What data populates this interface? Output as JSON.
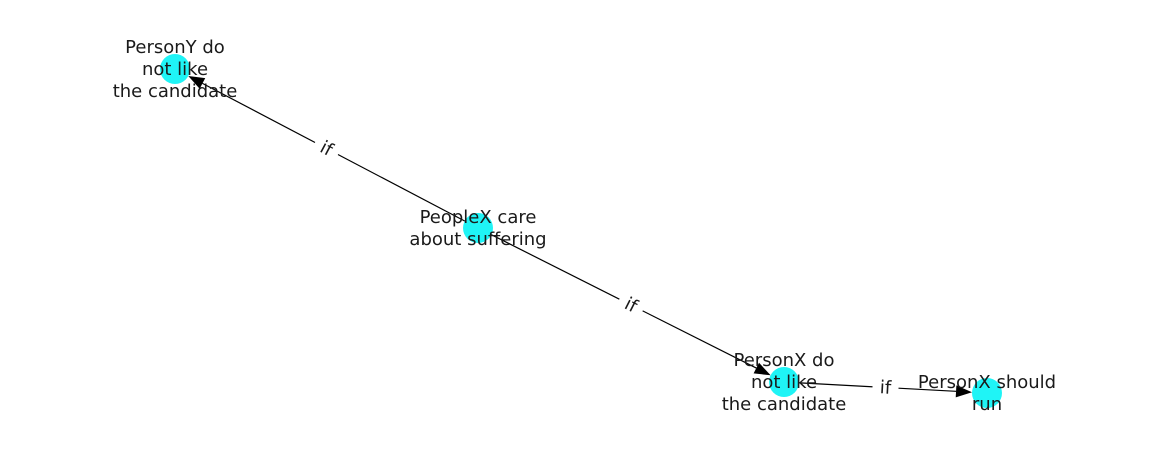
{
  "colors": {
    "node_fill": "#1ff4f6",
    "edge": "#000000",
    "text": "#1a1a1a"
  },
  "nodes": [
    {
      "id": "n1",
      "lines": [
        "PersonY do",
        "not like",
        "the candidate"
      ]
    },
    {
      "id": "n2",
      "lines": [
        "PeopleX care",
        "about suffering"
      ]
    },
    {
      "id": "n3",
      "lines": [
        "PersonX do",
        "not like",
        "the candidate"
      ]
    },
    {
      "id": "n4",
      "lines": [
        "PersonX should",
        "run"
      ]
    }
  ],
  "edges": [
    {
      "from": "n2",
      "to": "n1",
      "label": "if"
    },
    {
      "from": "n2",
      "to": "n3",
      "label": "if"
    },
    {
      "from": "n3",
      "to": "n4",
      "label": "if"
    }
  ]
}
